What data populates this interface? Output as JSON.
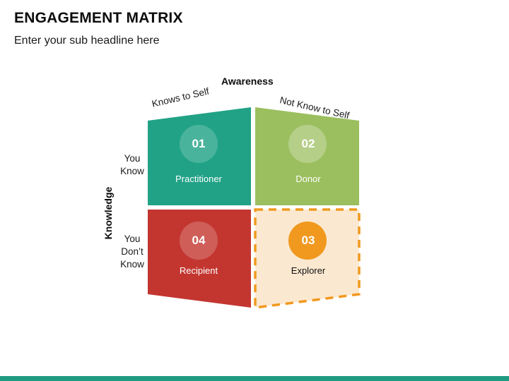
{
  "header": {
    "title": "ENGAGEMENT MATRIX",
    "subtitle": "Enter your sub headline here"
  },
  "matrix": {
    "x_axis_title": "Awareness",
    "y_axis_title": "Knowledge",
    "column_labels": [
      "Knows to Self",
      "Not Know to Self"
    ],
    "row_labels": [
      "You\nKnow",
      "You\nDon’t\nKnow"
    ],
    "row_label_top_line1": "You",
    "row_label_top_line2": "Know",
    "row_label_bottom_line1": "You",
    "row_label_bottom_line2": "Don’t",
    "row_label_bottom_line3": "Know",
    "quadrants": [
      {
        "number": "01",
        "caption": "Practitioner",
        "position": "top-left",
        "fill": "#21a286",
        "circle": "#52b79f",
        "text": "#ffffff",
        "selected": false
      },
      {
        "number": "02",
        "caption": "Donor",
        "position": "top-right",
        "fill": "#9bbf5f",
        "circle": "#b3cf85",
        "text": "#ffffff",
        "selected": false
      },
      {
        "number": "03",
        "caption": "Explorer",
        "position": "bottom-right",
        "fill": "#fbe8d0",
        "circle": "#f0991e",
        "text": "#111111",
        "border": "#f0991e",
        "selected": true
      },
      {
        "number": "04",
        "caption": "Recipient",
        "position": "bottom-left",
        "fill": "#c33630",
        "circle": "#cd615c",
        "text": "#ffffff",
        "selected": false
      }
    ]
  },
  "footer": {
    "accent_color": "#1e9b80"
  }
}
